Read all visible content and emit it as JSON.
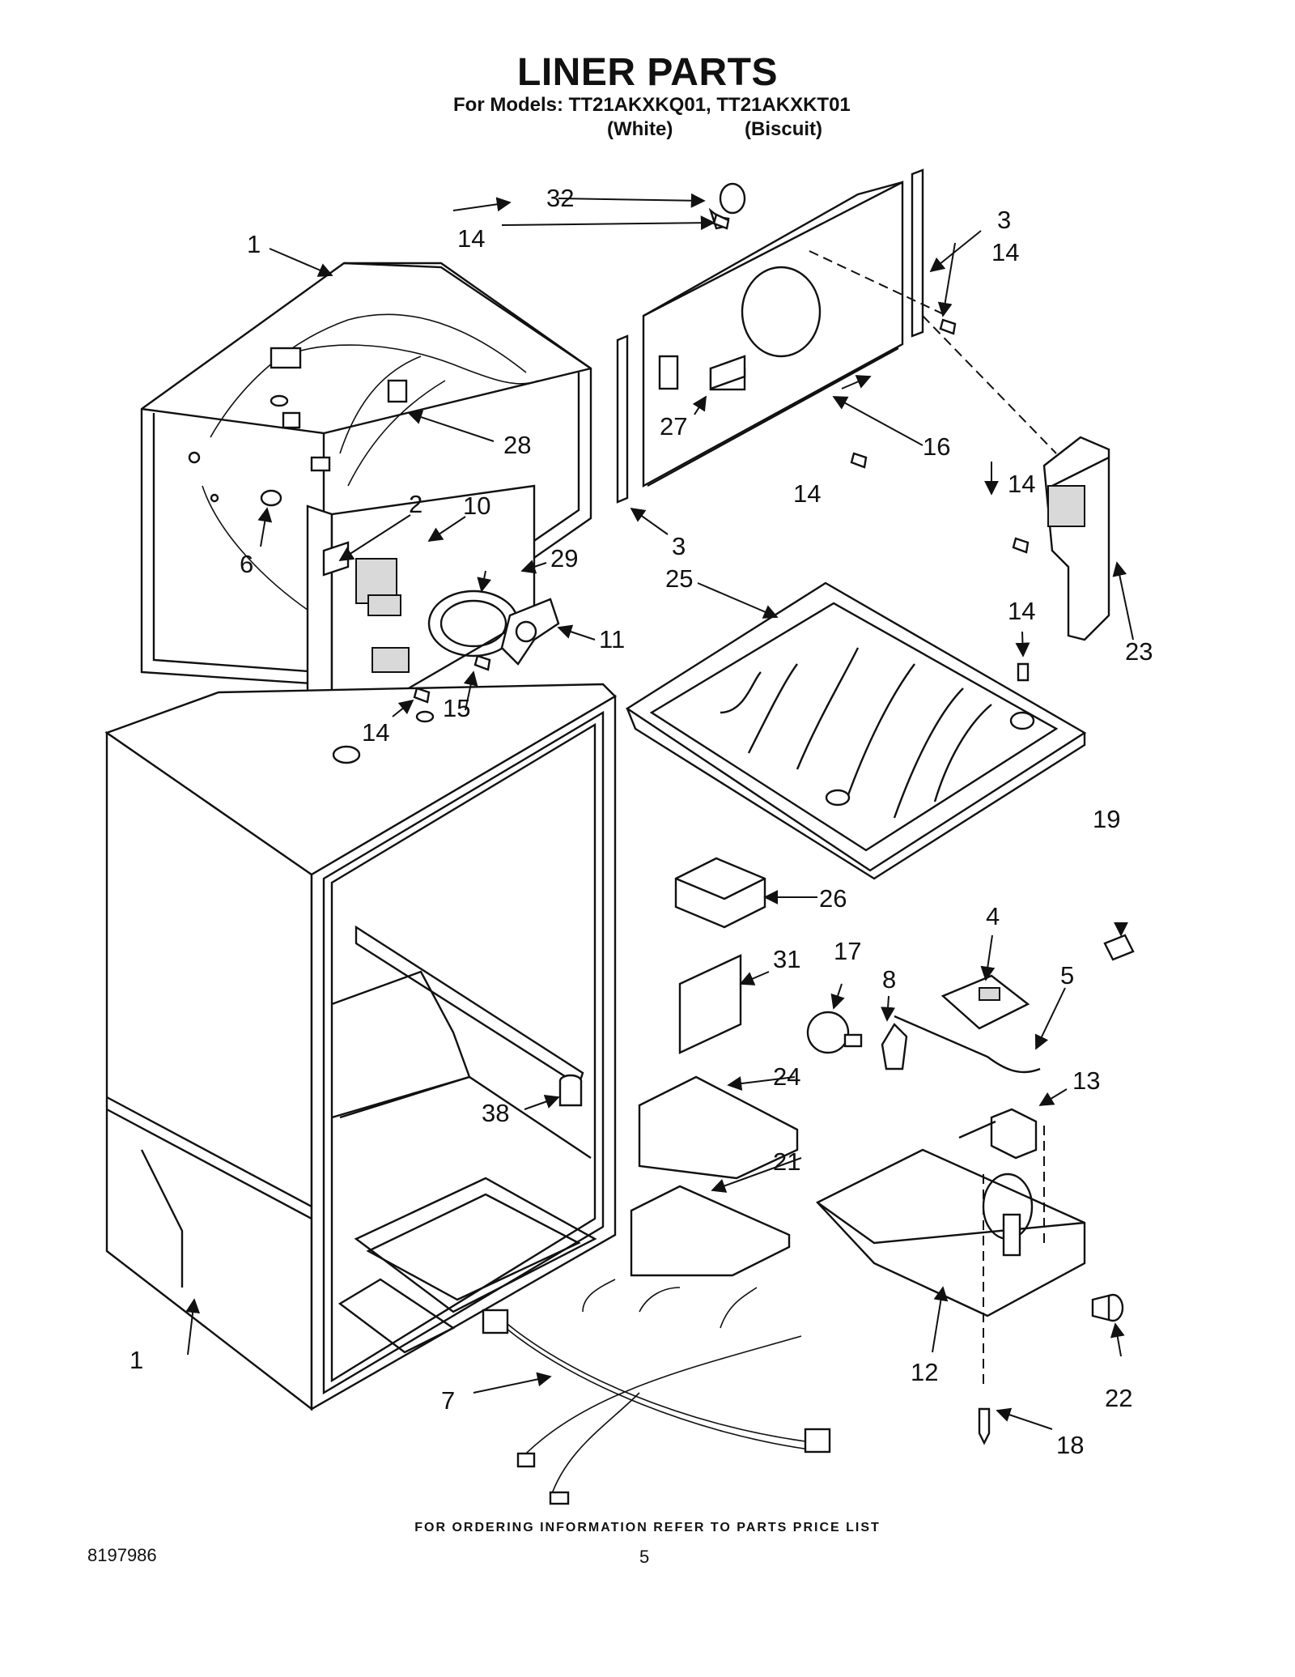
{
  "header": {
    "title": "LINER PARTS",
    "models_line": "For Models: TT21AKXKQ01, TT21AKXKT01",
    "color_white": "(White)",
    "color_biscuit": "(Biscuit)"
  },
  "callouts": {
    "c1a": "1",
    "c1b": "1",
    "c2": "2",
    "c3a": "3",
    "c3b": "3",
    "c4": "4",
    "c5": "5",
    "c6": "6",
    "c7": "7",
    "c8": "8",
    "c10": "10",
    "c11": "11",
    "c12": "12",
    "c13": "13",
    "c14a": "14",
    "c14b": "14",
    "c14c": "14",
    "c14d": "14",
    "c14e": "14",
    "c14f": "14",
    "c15": "15",
    "c16": "16",
    "c17": "17",
    "c18": "18",
    "c19": "19",
    "c21": "21",
    "c22": "22",
    "c23": "23",
    "c24": "24",
    "c25": "25",
    "c26": "26",
    "c27": "27",
    "c28": "28",
    "c29": "29",
    "c31": "31",
    "c32": "32",
    "c38": "38"
  },
  "footer": {
    "note": "FOR ORDERING INFORMATION REFER TO PARTS PRICE LIST",
    "doc_number": "8197986",
    "page_number": "5"
  }
}
